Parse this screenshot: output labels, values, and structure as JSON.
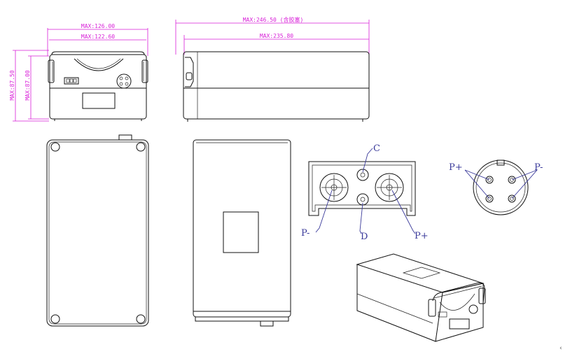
{
  "dimensions": {
    "front_width_max": "MAX:126.00",
    "front_width_inner": "MAX:122.60",
    "side_length_max": "MAX:246.50 (含胶塞)",
    "side_length_inner": "MAX:235.80",
    "height_outer": "MAX:87.50",
    "height_inner": "MAX:87.00"
  },
  "connector_labels": {
    "c": "C",
    "d": "D",
    "p_minus": "P-",
    "p_plus": "P+"
  },
  "round_connector_labels": {
    "p_plus": "P+",
    "p_minus": "P-"
  },
  "colors": {
    "dimension": "#d81ed8",
    "label": "#3a3a9a",
    "outline": "#111111"
  }
}
